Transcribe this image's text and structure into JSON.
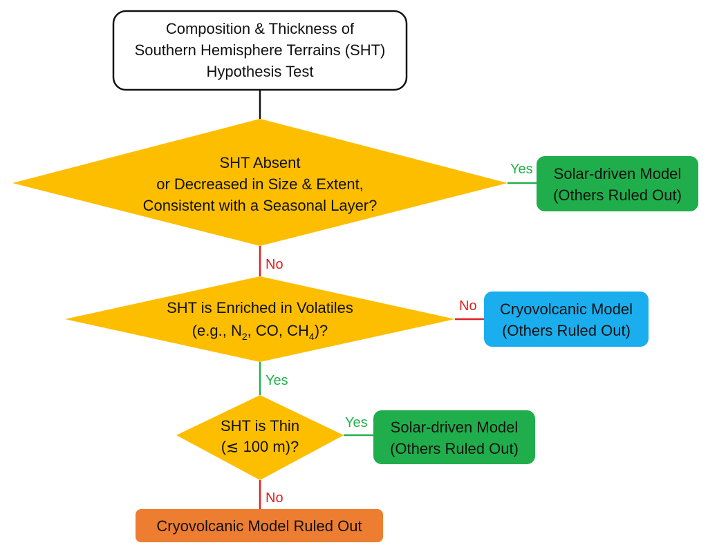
{
  "colors": {
    "decision_fill": "#FDBE00",
    "green_fill": "#1FAE4B",
    "blue_fill": "#1AAEEE",
    "orange_fill": "#ED7D31",
    "yes_color": "#22B04C",
    "no_color": "#E02020",
    "line_color": "#111111",
    "text_color": "#111111"
  },
  "start": {
    "line1": "Composition & Thickness of",
    "line2": "Southern Hemisphere Terrains (SHT)",
    "line3": "Hypothesis Test"
  },
  "decision1": {
    "line1": "SHT Absent",
    "line2": "or Decreased in Size & Extent,",
    "line3": "Consistent with a Seasonal Layer?"
  },
  "outcome1": {
    "line1": "Solar-driven Model",
    "line2": "(Others Ruled Out)"
  },
  "decision2": {
    "line1": "SHT is Enriched in Volatiles",
    "line2_prefix": "(e.g., N",
    "line2_sub1": "2",
    "line2_mid": ", CO, CH",
    "line2_sub2": "4",
    "line2_suffix": ")?"
  },
  "outcome2": {
    "line1": "Cryovolcanic Model",
    "line2": "(Others Ruled Out)"
  },
  "decision3": {
    "line1": "SHT is Thin",
    "line2": "(≲ 100 m)?"
  },
  "outcome3": {
    "line1": "Solar-driven Model",
    "line2": "(Others Ruled Out)"
  },
  "final": {
    "label": "Cryovolcanic Model Ruled Out"
  },
  "edges": {
    "d1_yes": "Yes",
    "d1_no": "No",
    "d2_no": "No",
    "d2_yes": "Yes",
    "d3_yes": "Yes",
    "d3_no": "No"
  }
}
